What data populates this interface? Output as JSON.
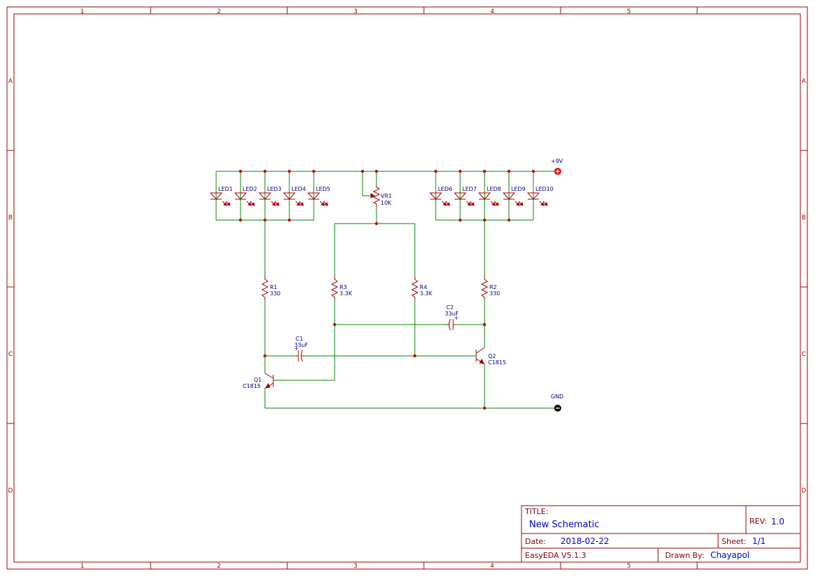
{
  "sheet": {
    "columns": [
      "1",
      "2",
      "3",
      "4",
      "5"
    ],
    "rows": [
      "A",
      "B",
      "C",
      "D"
    ]
  },
  "power": {
    "vcc_label": "+9V",
    "gnd_label": "GND"
  },
  "leds": [
    "LED1",
    "LED2",
    "LED3",
    "LED4",
    "LED5",
    "LED6",
    "LED7",
    "LED8",
    "LED9",
    "LED10"
  ],
  "components": {
    "vr1": {
      "ref": "VR1",
      "value": "10K"
    },
    "r1": {
      "ref": "R1",
      "value": "330"
    },
    "r2": {
      "ref": "R2",
      "value": "330"
    },
    "r3": {
      "ref": "R3",
      "value": "3.3K"
    },
    "r4": {
      "ref": "R4",
      "value": "3.3K"
    },
    "c1": {
      "ref": "C1",
      "value": "33uF"
    },
    "c2": {
      "ref": "C2",
      "value": "33uF"
    },
    "q1": {
      "ref": "Q1",
      "value": "C1815"
    },
    "q2": {
      "ref": "Q2",
      "value": "C1815"
    }
  },
  "title_block": {
    "title_label": "TITLE:",
    "title_value": "New Schematic",
    "rev_label": "REV:",
    "rev_value": "1.0",
    "date_label": "Date:",
    "date_value": "2018-02-22",
    "sheet_label": "Sheet:",
    "sheet_value": "1/1",
    "software": "EasyEDA V5.1.3",
    "drawn_label": "Drawn By:",
    "drawn_value": "Chayapol"
  },
  "colors": {
    "frame": "#990000",
    "wire": "#008800",
    "component": "#a00000",
    "label": "#000080",
    "title_value": "#0000cc"
  }
}
